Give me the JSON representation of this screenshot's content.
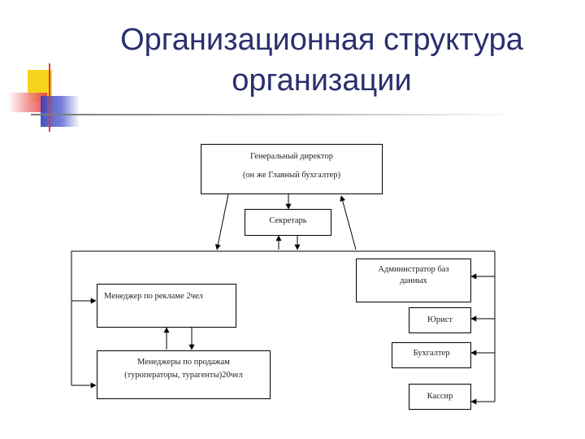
{
  "title": {
    "line1": "Организационная структура",
    "line2": "организации"
  },
  "colors": {
    "title": "#2a2f6e",
    "deco_yellow": "#f4d51c",
    "deco_red": "#e8393a",
    "deco_blue": "#3440b8"
  },
  "boxes": {
    "director": {
      "line1": "Генеральный директор",
      "line2": "(он же Главный бухгалтер)"
    },
    "secretary": {
      "label": "Секретарь"
    },
    "admin": {
      "label": "Администратор баз данных"
    },
    "ad_manager": {
      "label": "Менеджер по рекламе 2чел"
    },
    "sales_managers": {
      "line1": "Менеджеры по продажам",
      "line2": "(туроператоры, турагенты)20чел"
    },
    "lawyer": {
      "label": "Юрист"
    },
    "accountant": {
      "label": "Бухгалтер"
    },
    "cashier": {
      "label": "Кассир"
    }
  }
}
